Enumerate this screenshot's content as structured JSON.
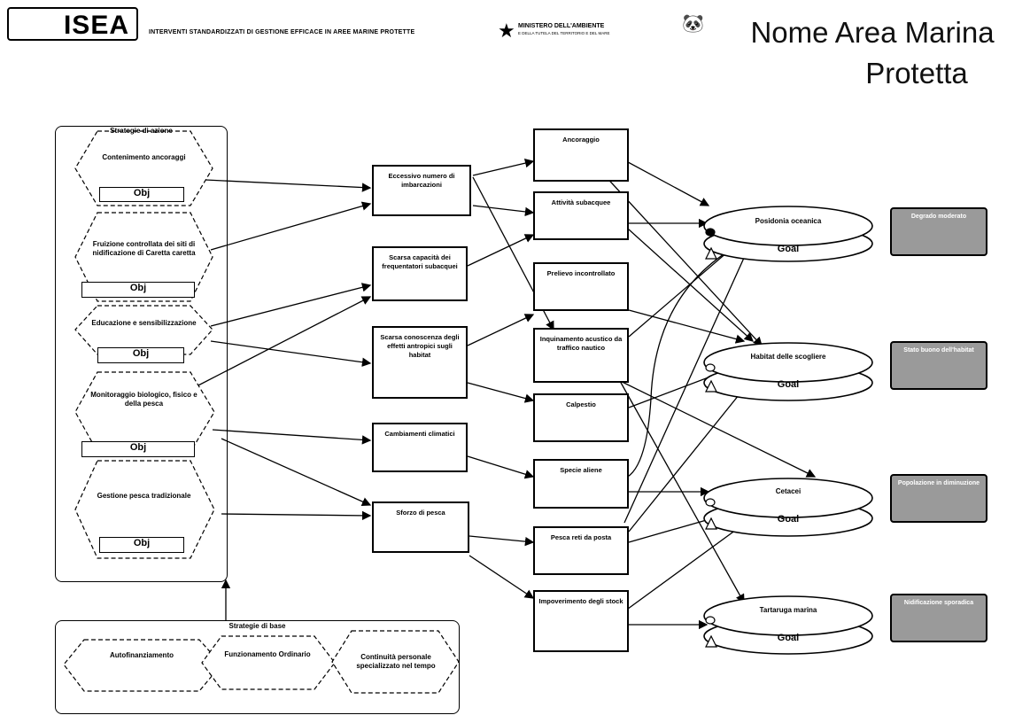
{
  "header": {
    "logo_text": "ISEA",
    "project_line": "INTERVENTI STANDARDIZZATI DI GESTIONE EFFICACE IN AREE MARINE PROTETTE",
    "ministry_line1": "MINISTERO DELL'AMBIENTE",
    "ministry_line2": "E DELLA TUTELA DEL TERRITORIO E DEL MARE",
    "title_line1": "Nome Area Marina",
    "title_line2": "Protetta"
  },
  "action_strategies": {
    "label": "Strategie di azione",
    "items": [
      {
        "label": "Contenimento ancoraggi",
        "obj": "Obj"
      },
      {
        "label": "Fruizione controllata dei siti di nidificazione di Caretta caretta",
        "obj": "Obj"
      },
      {
        "label": "Educazione e sensibilizzazione",
        "obj": "Obj"
      },
      {
        "label": "Monitoraggio biologico, fisico e della pesca",
        "obj": "Obj"
      },
      {
        "label": "Gestione pesca tradizionale",
        "obj": "Obj"
      }
    ]
  },
  "base_strategies": {
    "label": "Strategie di base",
    "items": [
      {
        "label": "Autofinanziamento"
      },
      {
        "label": "Funzionamento Ordinario"
      },
      {
        "label": "Continuità personale specializzato nel tempo"
      }
    ]
  },
  "indirect_threats": [
    {
      "label": "Eccessivo numero di imbarcazioni"
    },
    {
      "label": "Scarsa capacità dei frequentatori subacquei"
    },
    {
      "label": "Scarsa conoscenza degli effetti antropici sugli habitat"
    },
    {
      "label": "Cambiamenti climatici"
    },
    {
      "label": "Sforzo di pesca"
    }
  ],
  "direct_threats": [
    {
      "label": "Ancoraggio"
    },
    {
      "label": "Attività subacquee"
    },
    {
      "label": "Prelievo incontrollato"
    },
    {
      "label": "Inquinamento acustico da traffico nautico"
    },
    {
      "label": "Calpestio"
    },
    {
      "label": "Specie aliene"
    },
    {
      "label": "Pesca reti da posta"
    },
    {
      "label": "Impoverimento degli stock"
    }
  ],
  "targets": [
    {
      "label": "Posidonia oceanica",
      "goal": "Goal",
      "status": "Degrado moderato"
    },
    {
      "label": "Habitat delle scogliere",
      "goal": "Goal",
      "status": "Stato buono dell'habitat"
    },
    {
      "label": "Cetacei",
      "goal": "Goal",
      "status": "Popolazione in diminuzione"
    },
    {
      "label": "Tartaruga marina",
      "goal": "Goal",
      "status": "Nidificazione sporadica"
    }
  ],
  "colors": {
    "line": "#000000",
    "status_fill": "#9a9a9a",
    "background": "#ffffff"
  }
}
